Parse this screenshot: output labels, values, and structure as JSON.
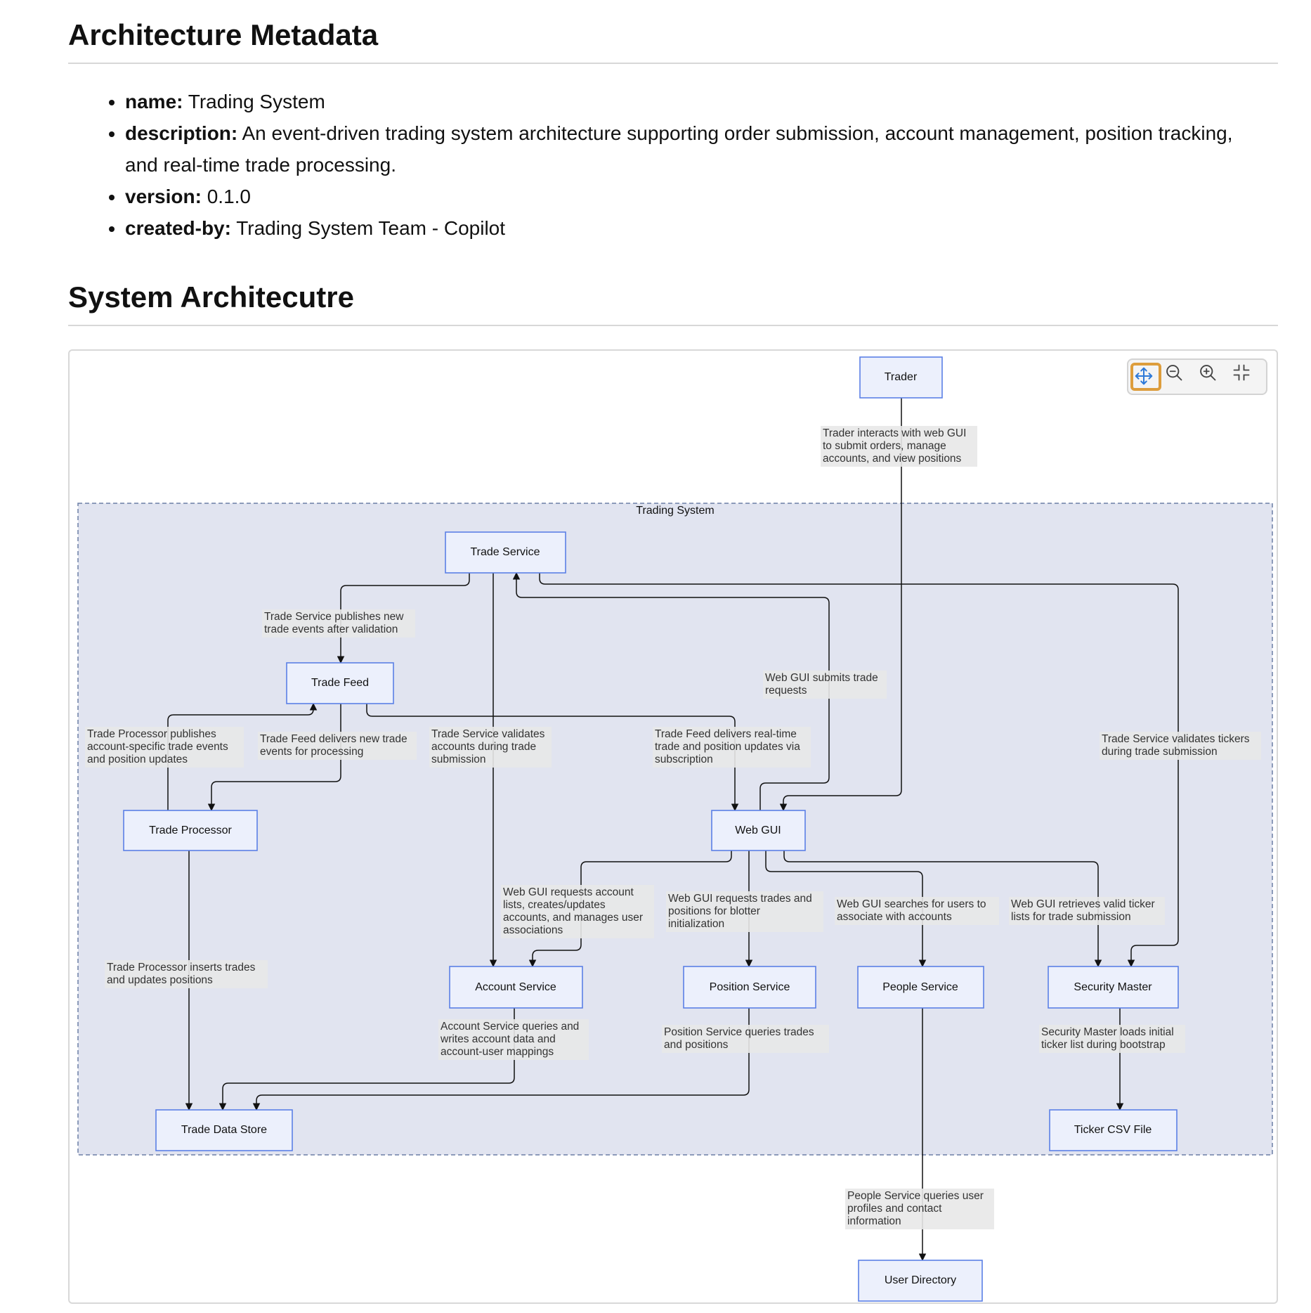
{
  "metadata_section": {
    "heading": "Architecture Metadata",
    "items": [
      {
        "key": "name:",
        "value": "Trading System"
      },
      {
        "key": "description:",
        "value": "An event-driven trading system architecture supporting order submission, account management, position tracking, and real-time trade processing."
      },
      {
        "key": "version:",
        "value": "0.1.0"
      },
      {
        "key": "created-by:",
        "value": "Trading System Team - Copilot"
      }
    ]
  },
  "architecture_section": {
    "heading": "System Architecutre"
  },
  "toolbar": {
    "buttons": [
      {
        "name": "fit-view-button",
        "icon": "move-arrows-icon",
        "active": true
      },
      {
        "name": "zoom-out-button",
        "icon": "zoom-out-icon",
        "active": false
      },
      {
        "name": "zoom-in-button",
        "icon": "zoom-in-icon",
        "active": false
      },
      {
        "name": "collapse-button",
        "icon": "collapse-corners-icon",
        "active": false
      }
    ]
  },
  "diagram": {
    "group_label": "Trading System",
    "nodes": {
      "trader": "Trader",
      "trade_service": "Trade Service",
      "trade_feed": "Trade Feed",
      "trade_processor": "Trade Processor",
      "web_gui": "Web GUI",
      "account_service": "Account Service",
      "position_service": "Position Service",
      "people_service": "People Service",
      "security_master": "Security Master",
      "trade_data_store": "Trade Data Store",
      "ticker_csv_file": "Ticker CSV File",
      "user_directory": "User Directory"
    },
    "edge_labels": {
      "trader_webgui": [
        "Trader interacts with web GUI",
        "to submit orders, manage",
        "accounts, and view positions"
      ],
      "ts_feed": [
        "Trade Service publishes new",
        "trade events after validation"
      ],
      "webgui_ts": [
        "Web GUI submits trade",
        "requests"
      ],
      "proc_feed": [
        "Trade Processor publishes",
        "account-specific trade events",
        "and position updates"
      ],
      "feed_proc": [
        "Trade Feed delivers new trade",
        "events for processing"
      ],
      "ts_account": [
        "Trade Service validates",
        "accounts during trade",
        "submission"
      ],
      "feed_webgui": [
        "Trade Feed delivers real-time",
        "trade and position updates via",
        "subscription"
      ],
      "ts_security": [
        "Trade Service validates tickers",
        "during trade submission"
      ],
      "webgui_account": [
        "Web GUI requests account",
        "lists, creates/updates",
        "accounts, and manages user",
        "associations"
      ],
      "webgui_position": [
        "Web GUI requests trades and",
        "positions for blotter",
        "initialization"
      ],
      "webgui_people": [
        "Web GUI searches for users to",
        "associate with accounts"
      ],
      "webgui_security": [
        "Web GUI retrieves valid ticker",
        "lists for trade submission"
      ],
      "proc_store": [
        "Trade Processor inserts trades",
        "and updates positions"
      ],
      "account_store": [
        "Account Service queries and",
        "writes account data and",
        "account-user mappings"
      ],
      "position_store": [
        "Position Service queries trades",
        "and positions"
      ],
      "security_csv": [
        "Security Master loads initial",
        "ticker list during bootstrap"
      ],
      "people_userdir": [
        "People Service queries user",
        "profiles and contact",
        "information"
      ]
    }
  }
}
